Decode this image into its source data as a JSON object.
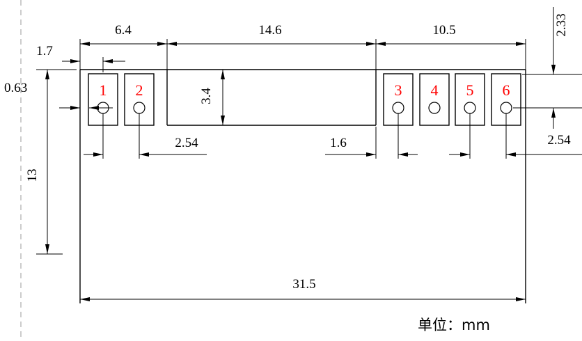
{
  "drawing": {
    "dims": {
      "left_section_width": "6.4",
      "center_section_width": "14.6",
      "right_section_width": "10.5",
      "edge_to_pad1_center": "1.7",
      "edge_to_pad_margin": "0.63",
      "center_slot_height": "3.4",
      "left_pad_pitch": "2.54",
      "slot_to_pad3": "1.6",
      "right_pad_pitch": "2.54",
      "pad_top_to_hole": "2.33",
      "overall_height": "13",
      "overall_width": "31.5"
    },
    "pads": [
      {
        "number": "1"
      },
      {
        "number": "2"
      },
      {
        "number": "3"
      },
      {
        "number": "4"
      },
      {
        "number": "5"
      },
      {
        "number": "6"
      }
    ],
    "unit_note": "单位：mm",
    "colors": {
      "line": "#000000",
      "pad_number": "#ff0000",
      "background": "#ffffff",
      "border_dashed": "#9a9a9a"
    }
  }
}
